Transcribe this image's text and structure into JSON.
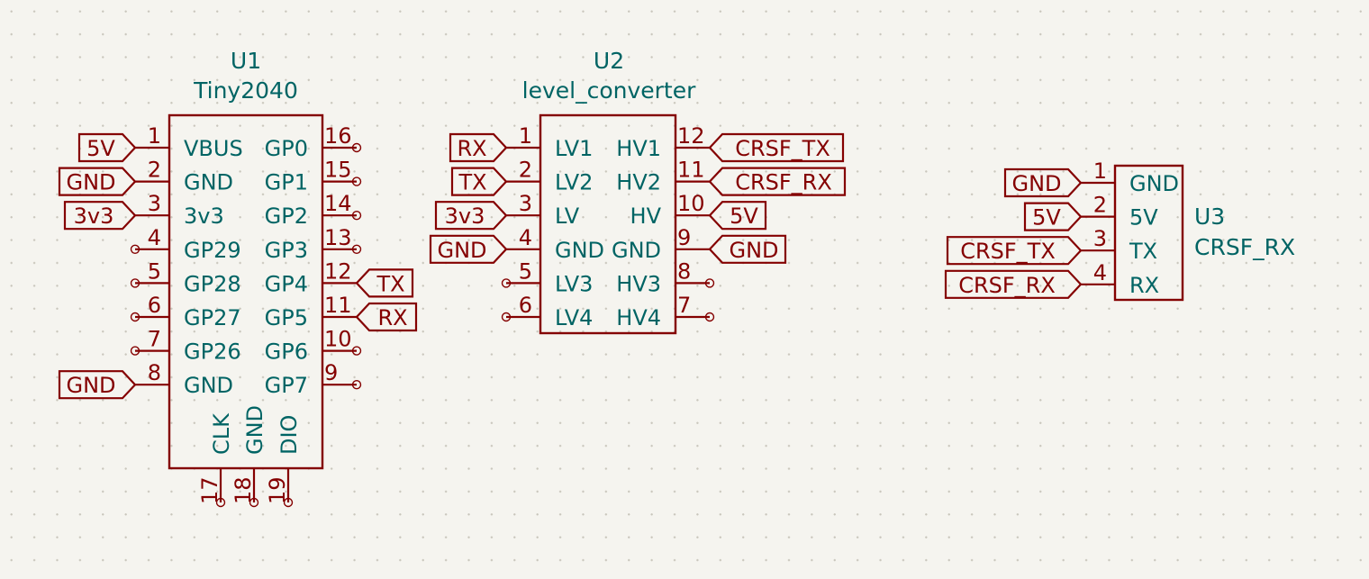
{
  "components": [
    {
      "ref": "U1",
      "value": "Tiny2040",
      "left_pins": [
        {
          "num": "1",
          "name": "VBUS",
          "label": "5V"
        },
        {
          "num": "2",
          "name": "GND",
          "label": "GND"
        },
        {
          "num": "3",
          "name": "3v3",
          "label": "3v3"
        },
        {
          "num": "4",
          "name": "GP29",
          "label": null
        },
        {
          "num": "5",
          "name": "GP28",
          "label": null
        },
        {
          "num": "6",
          "name": "GP27",
          "label": null
        },
        {
          "num": "7",
          "name": "GP26",
          "label": null
        },
        {
          "num": "8",
          "name": "GND",
          "label": "GND"
        }
      ],
      "right_pins": [
        {
          "num": "16",
          "name": "GP0",
          "label": null
        },
        {
          "num": "15",
          "name": "GP1",
          "label": null
        },
        {
          "num": "14",
          "name": "GP2",
          "label": null
        },
        {
          "num": "13",
          "name": "GP3",
          "label": null
        },
        {
          "num": "12",
          "name": "GP4",
          "label": "TX"
        },
        {
          "num": "11",
          "name": "GP5",
          "label": "RX"
        },
        {
          "num": "10",
          "name": "GP6",
          "label": null
        },
        {
          "num": "9",
          "name": "GP7",
          "label": null
        }
      ],
      "bottom_pins": [
        {
          "num": "17",
          "name": "CLK"
        },
        {
          "num": "18",
          "name": "GND"
        },
        {
          "num": "19",
          "name": "DIO"
        }
      ]
    },
    {
      "ref": "U2",
      "value": "level_converter",
      "left_pins": [
        {
          "num": "1",
          "name": "LV1",
          "label": "RX"
        },
        {
          "num": "2",
          "name": "LV2",
          "label": "TX"
        },
        {
          "num": "3",
          "name": "LV",
          "label": "3v3"
        },
        {
          "num": "4",
          "name": "GND",
          "label": "GND"
        },
        {
          "num": "5",
          "name": "LV3",
          "label": null
        },
        {
          "num": "6",
          "name": "LV4",
          "label": null
        }
      ],
      "right_pins": [
        {
          "num": "12",
          "name": "HV1",
          "label": "CRSF_TX"
        },
        {
          "num": "11",
          "name": "HV2",
          "label": "CRSF_RX"
        },
        {
          "num": "10",
          "name": "HV",
          "label": "5V"
        },
        {
          "num": "9",
          "name": "GND",
          "label": "GND"
        },
        {
          "num": "8",
          "name": "HV3",
          "label": null
        },
        {
          "num": "7",
          "name": "HV4",
          "label": null
        }
      ]
    },
    {
      "ref": "U3",
      "value": "CRSF_RX",
      "left_pins": [
        {
          "num": "1",
          "name": "GND",
          "label": "GND"
        },
        {
          "num": "2",
          "name": "5V",
          "label": "5V"
        },
        {
          "num": "3",
          "name": "TX",
          "label": "CRSF_TX"
        },
        {
          "num": "4",
          "name": "RX",
          "label": "CRSF_RX"
        }
      ]
    }
  ],
  "colors": {
    "background": "#f5f4ef",
    "wire": "#840000",
    "pin_name": "#006464"
  }
}
